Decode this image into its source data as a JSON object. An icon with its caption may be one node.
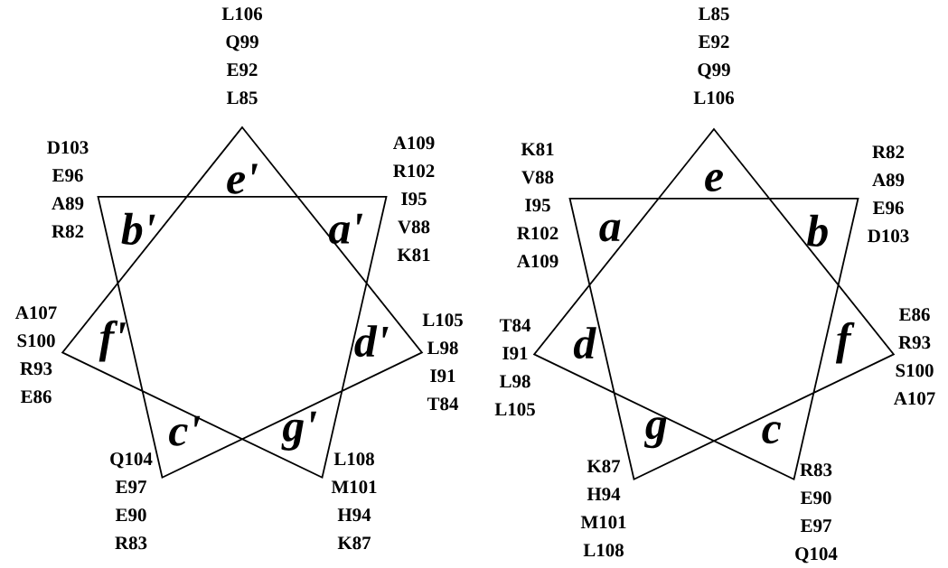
{
  "diagram": {
    "labels": [
      "e'",
      "L106",
      "Q99",
      "E92",
      "L85",
      "b'",
      "D103",
      "E96",
      "A89",
      "R82",
      "a'",
      "A109",
      "R102",
      "I95",
      "V88",
      "K81",
      "f'",
      "A107",
      "S100",
      "R93",
      "E86",
      "d'",
      "L105",
      "L98",
      "I91",
      "T84",
      "c'",
      "Q104",
      "E97",
      "E90",
      "R83",
      "g'",
      "L108",
      "M101",
      "H94",
      "K87",
      "e",
      "L85",
      "E92",
      "Q99",
      "L106",
      "a",
      "K81",
      "V88",
      "I95",
      "R102",
      "A109",
      "b",
      "R82",
      "A89",
      "E96",
      "D103",
      "d",
      "T84",
      "I91",
      "L98",
      "L105",
      "f",
      "E86",
      "R93",
      "S100",
      "A107",
      "g",
      "K87",
      "H94",
      "M101",
      "L108",
      "c",
      "R83",
      "E90",
      "E97",
      "Q104"
    ]
  }
}
